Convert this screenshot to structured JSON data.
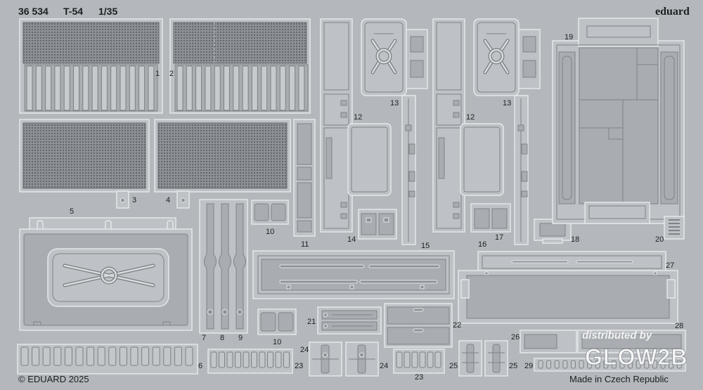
{
  "sheet": {
    "code": "36 534",
    "model": "T-54",
    "scale": "1/35",
    "brand": "eduard"
  },
  "footer": {
    "copyright": "© EDUARD 2025",
    "origin": "Made in Czech Republic"
  },
  "watermark": {
    "line1": "distributed by",
    "logo": "GLOW2B"
  },
  "part_labels": [
    "1",
    "2",
    "3",
    "4",
    "5",
    "6",
    "7",
    "8",
    "9",
    "10",
    "10",
    "11",
    "12",
    "12",
    "13",
    "13",
    "14",
    "15",
    "16",
    "17",
    "18",
    "19",
    "20",
    "21",
    "22",
    "23",
    "23",
    "24",
    "24",
    "25",
    "25",
    "26",
    "27",
    "28",
    "29"
  ],
  "colors": {
    "fret": "#b4b8bc",
    "mesh": "#8e9296",
    "text": "#1c1f22"
  }
}
